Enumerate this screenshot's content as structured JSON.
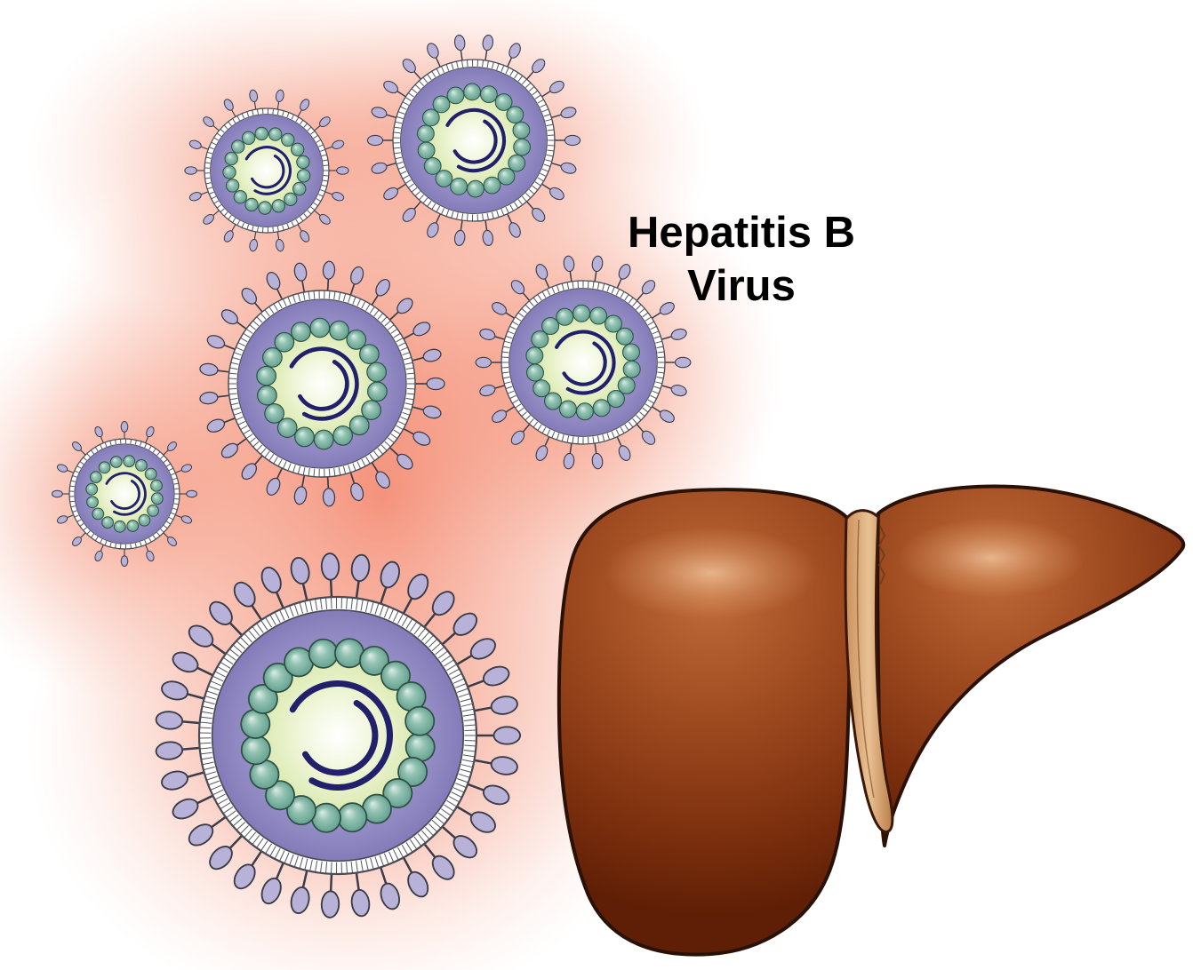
{
  "title": {
    "line1": "Hepatitis B",
    "line2": "Virus"
  },
  "scene": {
    "virus_particle_count": 6
  },
  "colors": {
    "background": "#ffffff",
    "glow": "#f27a5e",
    "spike": "#b9b2d8",
    "spike_outline": "#3c3c48",
    "envelope": "#958ec6",
    "membrane": "#ffffff",
    "membrane_tick": "#55555f",
    "membrane_edge": "#4a4a55",
    "capsid_inner": "#d7e8a9",
    "capsid_center": "#ffffff",
    "capsomere": "#7db5a5",
    "capsomere_outline": "#2f4f45",
    "dna": "#23206b",
    "liver_dark": "#5f1f06",
    "liver_mid": "#9e4a20",
    "liver_light": "#c06b39",
    "liver_outline": "#2a1106",
    "ligament": "#d8a678",
    "title_color": "#000000"
  }
}
